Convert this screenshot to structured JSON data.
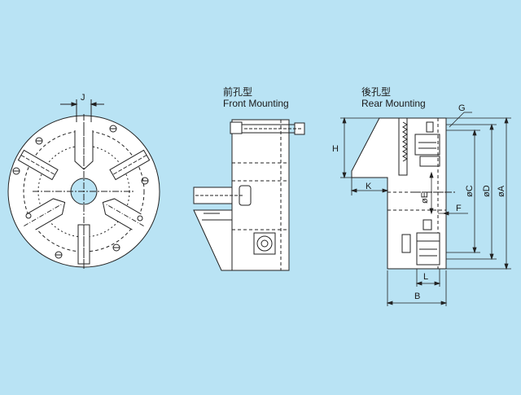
{
  "colors": {
    "background": "#b9e3f4",
    "body": "#ffffff",
    "line": "#222222",
    "hole_fill": "#b9e3f4"
  },
  "views": {
    "front": {
      "title_cn": "前孔型",
      "title_en": "Front Mounting"
    },
    "rear": {
      "title_cn": "後孔型",
      "title_en": "Rear Mounting"
    }
  },
  "dimensions": {
    "J": "J",
    "H": "H",
    "K": "K",
    "G": "G",
    "E": "øE",
    "C": "øC",
    "D": "øD",
    "A": "øA",
    "F": "F",
    "L": "L",
    "B": "B"
  }
}
